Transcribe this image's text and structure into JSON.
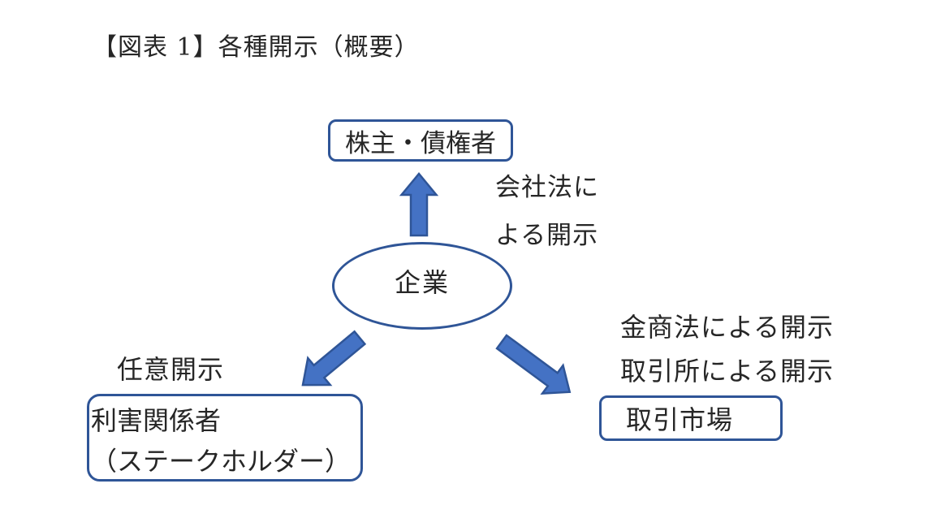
{
  "title": "【図表 1】各種開示（概要）",
  "colors": {
    "shape_border": "#2F5597",
    "arrow_fill": "#4472C4",
    "text": "#262626",
    "background": "#FFFFFF"
  },
  "diagram": {
    "center_node": {
      "label": "企業"
    },
    "top_node": {
      "box_label": "株主・債権者",
      "annotation_line1": "会社法に",
      "annotation_line2": "よる開示"
    },
    "bottom_left_node": {
      "annotation": "任意開示",
      "box_line1": "利害関係者",
      "box_line2": "（ステークホルダー）"
    },
    "bottom_right_node": {
      "annotation_line1": "金商法による開示",
      "annotation_line2": "取引所による開示",
      "box_label": "取引市場"
    }
  }
}
